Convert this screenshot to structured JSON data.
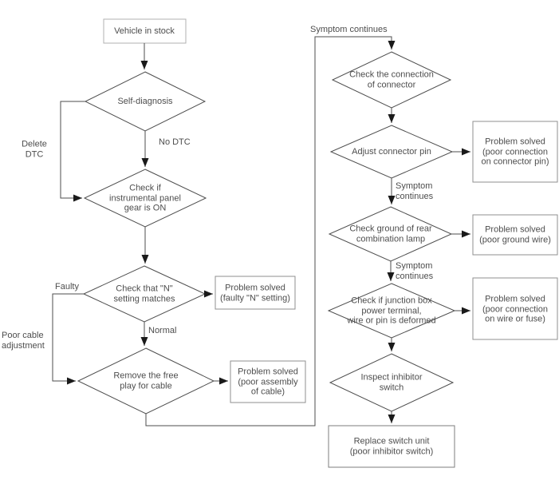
{
  "diagram": {
    "type": "flowchart",
    "colors": {
      "background": "#ffffff",
      "line": "#4d4d4d",
      "text": "#4d4d4d",
      "solved_box_border": "#8f8f8f",
      "start_box_border": "#b0b0b0",
      "arrowhead": "#1a1a1a"
    },
    "nodes": {
      "vehicle_in_stock": {
        "shape": "process",
        "label": "Vehicle in stock"
      },
      "self_diagnosis": {
        "shape": "decision",
        "label": "Self-diagnosis"
      },
      "check_panel_gear": {
        "shape": "decision",
        "label": "Check if\ninstrumental panel\ngear is ON"
      },
      "check_n_setting": {
        "shape": "decision",
        "label": "Check that \"N\"\nsetting matches"
      },
      "solved_n_setting": {
        "shape": "process",
        "label": "Problem solved\n(faulty \"N\" setting)"
      },
      "remove_free_play": {
        "shape": "decision",
        "label": "Remove the free\nplay for cable"
      },
      "solved_cable_assembly": {
        "shape": "process",
        "label": "Problem solved\n(poor assembly\nof cable)"
      },
      "check_connector": {
        "shape": "decision",
        "label": "Check the connection\nof connector"
      },
      "adjust_connector_pin": {
        "shape": "decision",
        "label": "Adjust connector pin"
      },
      "solved_connector_pin": {
        "shape": "process",
        "label": "Problem solved\n(poor connection\non connector pin)"
      },
      "check_ground": {
        "shape": "decision",
        "label": "Check ground of rear\ncombination lamp"
      },
      "solved_ground_wire": {
        "shape": "process",
        "label": "Problem solved\n(poor ground wire)"
      },
      "check_junction_box": {
        "shape": "decision",
        "label": "Check if junction box\npower terminal,\nwire or pin is deformed"
      },
      "solved_wire_fuse": {
        "shape": "process",
        "label": "Problem solved\n(poor connection\non wire or fuse)"
      },
      "inspect_inhibitor": {
        "shape": "decision",
        "label": "Inspect inhibitor\nswitch"
      },
      "replace_switch": {
        "shape": "process",
        "label": "Replace switch unit\n(poor inhibitor switch)"
      }
    },
    "edge_labels": {
      "delete_dtc": "Delete\nDTC",
      "no_dtc": "No DTC",
      "faulty": "Faulty",
      "normal": "Normal",
      "poor_cable_adjustment": "Poor cable\nadjustment",
      "symptom_continues_top": "Symptom continues",
      "symptom_continues_mid1": "Symptom\ncontinues",
      "symptom_continues_mid2": "Symptom\ncontinues"
    }
  }
}
